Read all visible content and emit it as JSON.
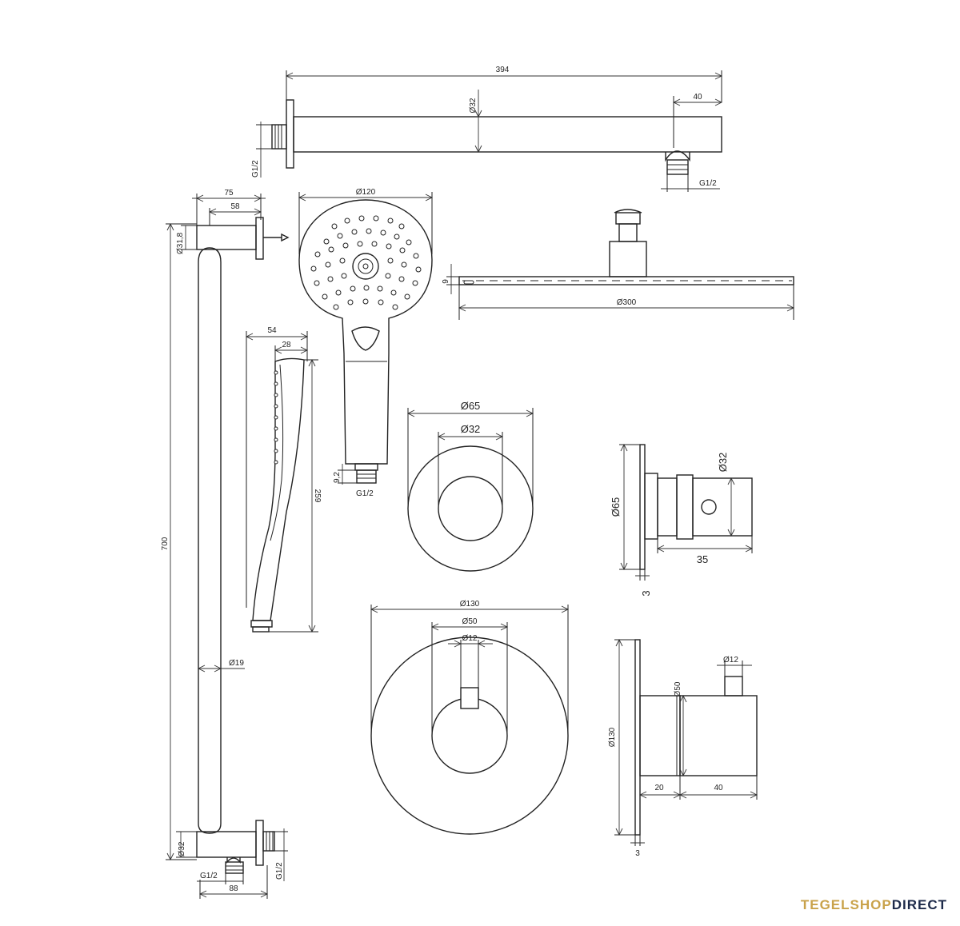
{
  "brand": {
    "part1": "TEGELSHOP",
    "part2": "DIRECT",
    "color1": "#c9a24a",
    "color2": "#1d2a4a"
  },
  "dimensions": {
    "arm_length": "394",
    "arm_diameter": "Ø32",
    "arm_end": "40",
    "arm_thread_left": "G1/2",
    "arm_thread_right": "G1/2",
    "bracket_75": "75",
    "bracket_58": "58",
    "bar_top_diameter": "Ø31,8",
    "hand_head_diameter": "Ø120",
    "rain_head_height": "9",
    "rain_head_diameter": "Ø300",
    "hand_side_54": "54",
    "hand_side_28": "28",
    "hand_length": "259",
    "hand_thread_height": "9,2",
    "hand_thread": "G1/2",
    "bar_length": "700",
    "bar_diameter": "Ø19",
    "bar_bottom_diameter": "Ø32",
    "bar_bottom_thread_left": "G1/2",
    "bar_bottom_width": "88",
    "bar_bottom_thread_right": "G1/2",
    "small_rose_outer": "Ø65",
    "small_rose_inner": "Ø32",
    "stop_side_diameter": "Ø65",
    "stop_side_body": "Ø32",
    "stop_side_length": "35",
    "stop_side_plate": "3",
    "large_rose_outer": "Ø130",
    "large_rose_mid": "Ø50",
    "large_rose_knob": "Ø12",
    "thermo_side_diameter": "Ø130",
    "thermo_side_body": "Ø50",
    "thermo_side_knob": "Ø12",
    "thermo_side_20": "20",
    "thermo_side_40": "40",
    "thermo_side_plate": "3"
  }
}
